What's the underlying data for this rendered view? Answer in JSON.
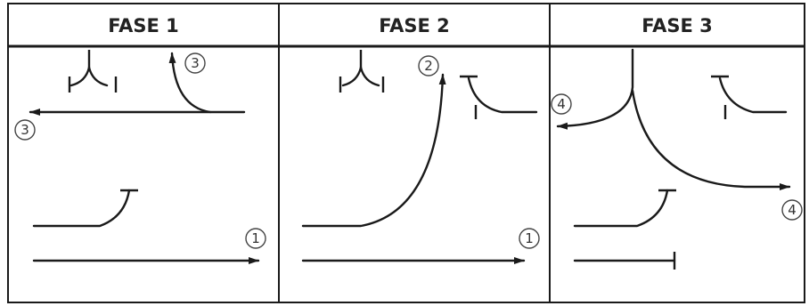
{
  "phases": [
    {
      "title": "FASE 1",
      "badges": [
        "3",
        "3",
        "1"
      ]
    },
    {
      "title": "FASE 2",
      "badges": [
        "2",
        "1"
      ]
    },
    {
      "title": "FASE 3",
      "badges": [
        "4",
        "4"
      ]
    }
  ],
  "colors": {
    "line": "#1a1a1a",
    "background": "#ffffff"
  }
}
